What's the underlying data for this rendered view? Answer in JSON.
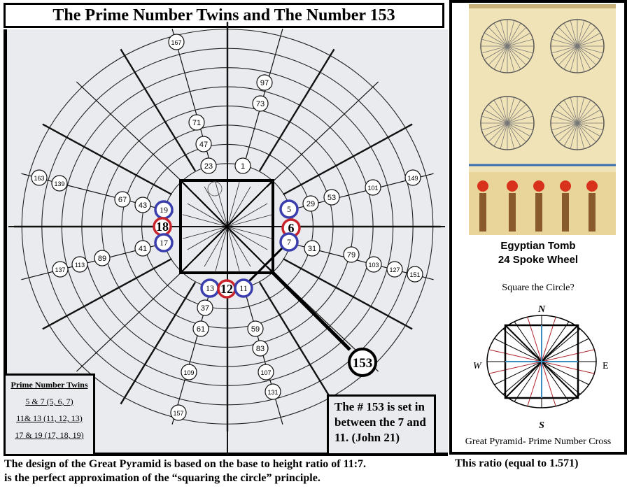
{
  "title": "The Prime Number Twins and The Number 153",
  "wheel": {
    "labels": {
      "n167": "167",
      "n97": "97",
      "n73": "73",
      "n71": "71",
      "n47": "47",
      "n23": "23",
      "n1": "1",
      "n163": "163",
      "n139": "139",
      "n67": "67",
      "n43": "43",
      "n19": "19",
      "n18": "18",
      "n17": "17",
      "n41": "41",
      "n89": "89",
      "n113": "113",
      "n137": "137",
      "n5": "5",
      "n6": "6",
      "n7": "7",
      "n29": "29",
      "n53": "53",
      "n101": "101",
      "n149": "149",
      "n31": "31",
      "n79": "79",
      "n103": "103",
      "n127": "127",
      "n151": "151",
      "n13": "13",
      "n12": "12",
      "n11": "11",
      "n37": "37",
      "n61": "61",
      "n59": "59",
      "n83": "83",
      "n109": "109",
      "n107": "107",
      "n131": "131",
      "n157": "157",
      "n153": "153"
    },
    "colors": {
      "twin": "#3b3fae",
      "middle": "#c8242c"
    }
  },
  "legend": {
    "title": "Prime Number Twins",
    "rows": [
      "5 & 7   (5, 6, 7)",
      "11& 13  (11, 12, 13)",
      "17 & 19  (17, 18, 19)"
    ]
  },
  "note": "The # 153 is set in between the 7 and 11. (John 21)",
  "right_panel": {
    "caption_line1": "Egyptian Tomb",
    "caption_line2": "24 Spoke Wheel",
    "question": "Square the Circle?",
    "compass": {
      "n": "N",
      "s": "S",
      "e": "E",
      "w": "W"
    },
    "footer": "Great Pyramid- Prime Number Cross"
  },
  "bottom": {
    "line1": "The design of the Great Pyramid is based on the base to height ratio of 11:7.",
    "line2": "is the perfect approximation of the “squaring the circle” principle.",
    "ratio": "This ratio (equal to 1.571)"
  }
}
